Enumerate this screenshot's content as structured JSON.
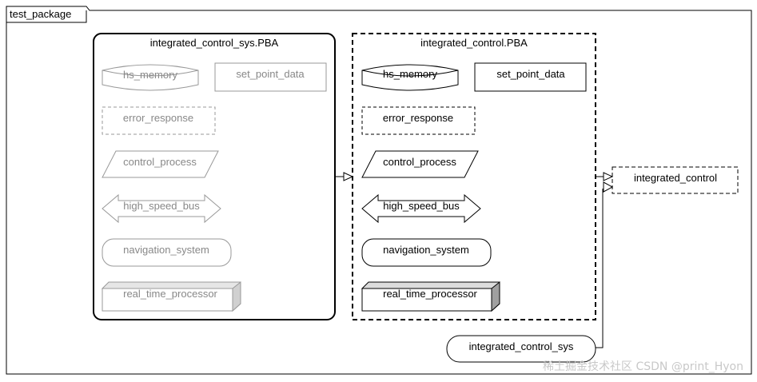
{
  "package": {
    "name": "test_package"
  },
  "blocks": {
    "left": {
      "title": "integrated_control_sys.PBA"
    },
    "right": {
      "title": "integrated_control.PBA"
    }
  },
  "elements": {
    "hs_memory": "hs_memory",
    "set_point_data": "set_point_data",
    "error_response": "error_response",
    "control_process": "control_process",
    "high_speed_bus": "high_speed_bus",
    "navigation_system": "navigation_system",
    "real_time_processor": "real_time_processor"
  },
  "integrated_control": "integrated_control",
  "integrated_control_sys": "integrated_control_sys",
  "watermark": "稀土掘金技术社区 CSDN @print_Hyon",
  "colors": {
    "active": "#000000",
    "faded": "#999999"
  }
}
